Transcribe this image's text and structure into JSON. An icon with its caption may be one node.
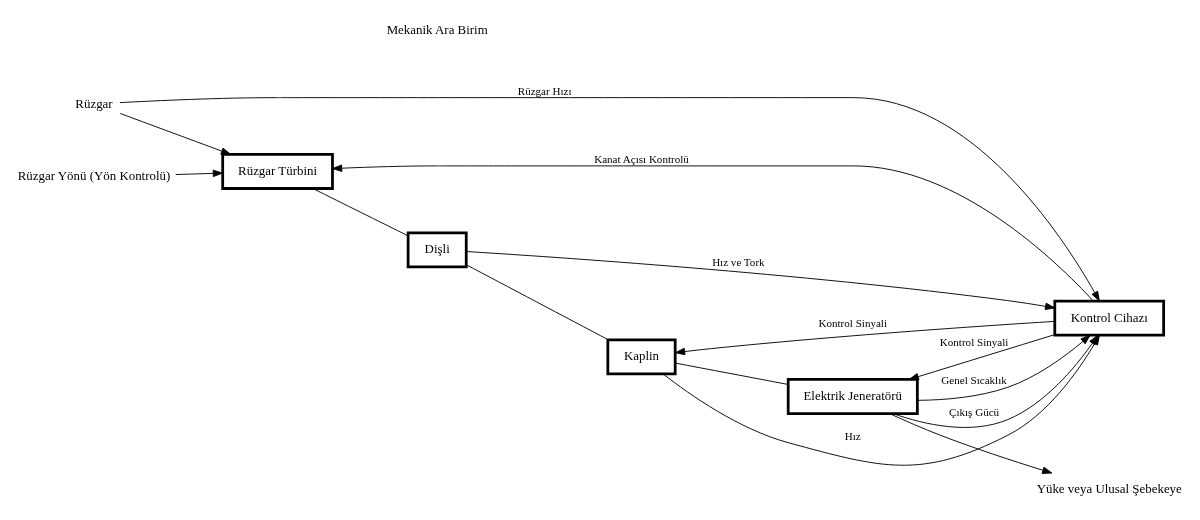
{
  "diagram": {
    "nodes": [
      {
        "text": [
          "Rüzgar"
        ]
      },
      {
        "text": [
          "Rüzgar Yönü (Yön Kontrolü)"
        ]
      },
      {
        "text": [
          "Rüzgar Türbini"
        ]
      },
      {
        "text": [
          "Dişli"
        ]
      },
      {
        "text": [
          "Kaplin"
        ]
      },
      {
        "text": [
          "Elektrik Jeneratörü"
        ]
      },
      {
        "text": [
          "Kontrol Cihazı"
        ]
      },
      {
        "text": [
          "Yüke veya Ulusal Şebekeye"
        ]
      }
    ],
    "edges": [
      {
        "from": 0,
        "to": 2,
        "arrow": "to"
      },
      {
        "from": 1,
        "to": 2,
        "arrow": "to"
      },
      {
        "from": 2,
        "to": 3,
        "arrow": "none"
      },
      {
        "from": 3,
        "to": 4,
        "arrow": "none"
      },
      {
        "from": 4,
        "to": 5,
        "arrow": "none"
      },
      {
        "from": 5,
        "to": 7,
        "arrow": "to"
      },
      {
        "from": 0,
        "to": 6,
        "arrow": "to",
        "label": "Rüzgar Hızı"
      },
      {
        "from": 6,
        "to": 2,
        "arrow": "to",
        "label": "Kanat Açısı Kontrolü"
      },
      {
        "from": 3,
        "to": 6,
        "arrow": "to",
        "label": "Hız ve Tork"
      },
      {
        "from": 6,
        "to": 4,
        "arrow": "to",
        "label": "Kontrol Sinyali"
      },
      {
        "from": 4,
        "to": 6,
        "arrow": "to",
        "label": "Hız"
      },
      {
        "from": 6,
        "to": 5,
        "arrow": "to",
        "label": "Kontrol Sinyali"
      },
      {
        "from": 5,
        "to": 6,
        "arrow": "to",
        "label": "Genel Sıcaklık"
      },
      {
        "from": 5,
        "to": 6,
        "arrow": "to",
        "label": "Çıkış Gücü"
      }
    ],
    "labels": [
      "Mekanik Ara Birim"
    ]
  }
}
